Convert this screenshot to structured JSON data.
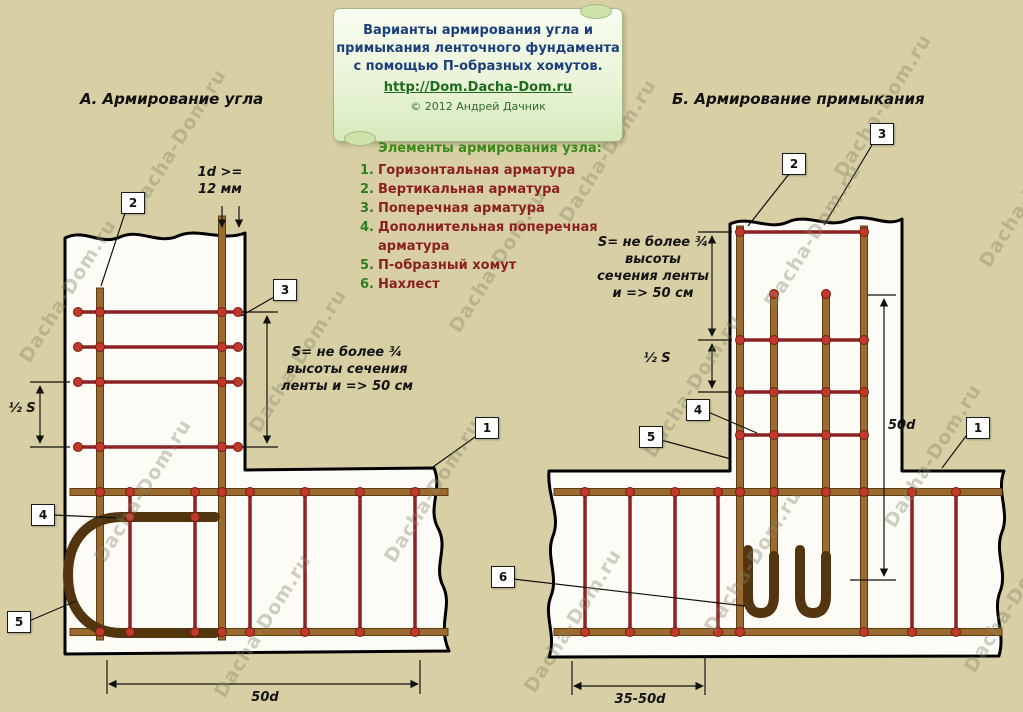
{
  "scroll": {
    "line1": "Варианты армирования угла и",
    "line2": "примыкания ленточного фундамента",
    "line3": "с помощью П-образных хомутов.",
    "url": "http://Dom.Dacha-Dom.ru",
    "copyright": "© 2012 Андрей Дачник"
  },
  "headings": {
    "left": "А. Армирование угла",
    "right": "Б. Армирование примыкания"
  },
  "legend": {
    "heading": "Элементы армирования узла:",
    "items": [
      {
        "num": "1.",
        "label": "Горизонтальная арматура"
      },
      {
        "num": "2.",
        "label": "Вертикальная арматура"
      },
      {
        "num": "3.",
        "label": "Поперечная арматура"
      },
      {
        "num": "4.",
        "label": "Дополнительная поперечная арматура"
      },
      {
        "num": "5.",
        "label": "П-образный хомут"
      },
      {
        "num": "6.",
        "label": "Нахлест"
      }
    ]
  },
  "dims": {
    "left": {
      "bar_dia1": "1d >=",
      "bar_dia2": "12 мм",
      "s_rule": "S= не более ¾ высоты сечения ленты и => 50 см",
      "half_s": "½ S",
      "span": "50d"
    },
    "right": {
      "s_rule": "S= не более ¾ высоты сечения ленты и => 50 см",
      "half_s": "½ S",
      "height": "50d",
      "span": "35-50d"
    }
  },
  "callouts": {
    "n1": "1",
    "n2": "2",
    "n3": "3",
    "n4": "4",
    "n5": "5",
    "n6": "6"
  },
  "watermark": "Dacha-Dom.ru",
  "colors": {
    "background": "#d8d0a4",
    "concrete": "#fcfbf6",
    "outline": "#000000",
    "rebar_brown": "#9b6a2e",
    "rebar_red": "#8b2323",
    "dot_red": "#c0392b",
    "stirrup_dark": "#53350f",
    "legend_green": "#3a8a1a",
    "legend_red": "#8b2020",
    "title_blue": "#1c3f7c",
    "link_green": "#1f6b1f"
  }
}
